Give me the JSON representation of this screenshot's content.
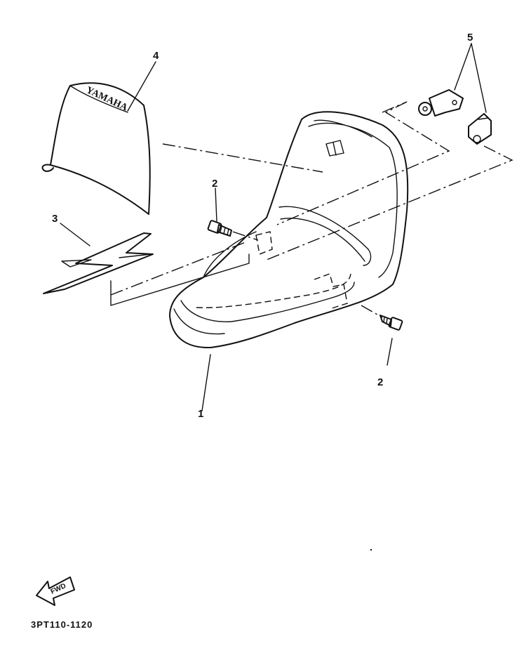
{
  "labels": {
    "part1": "1",
    "part2_left": "2",
    "part2_right": "2",
    "part3": "3",
    "part4": "4",
    "part5": "5"
  },
  "brand_mark": "YAMAHA",
  "forward_arrow_text": "FWD",
  "diagram_code": "3PT110-1120",
  "icons": [
    "front-fender",
    "fender-bolt",
    "fender-graphic-decal",
    "number-plate",
    "fender-bracket",
    "forward-arrow"
  ]
}
